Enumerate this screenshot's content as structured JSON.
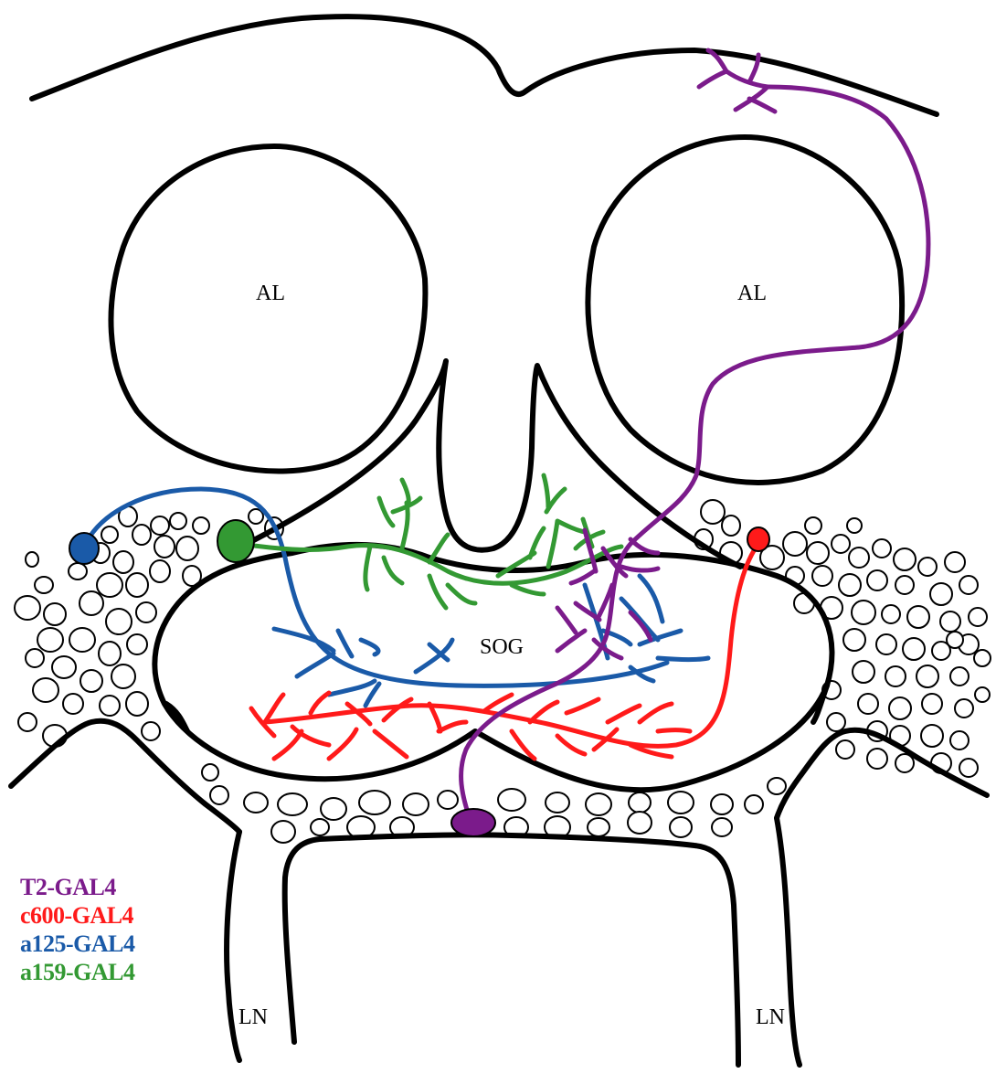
{
  "labels": {
    "al_left": "AL",
    "al_right": "AL",
    "sog": "SOG",
    "ln_left": "LN",
    "ln_right": "LN"
  },
  "legend": [
    {
      "label": "T2-GAL4",
      "color": "#7b1b8b"
    },
    {
      "label": "c600-GAL4",
      "color": "#ff1a1a"
    },
    {
      "label": "a125-GAL4",
      "color": "#1a5aa8"
    },
    {
      "label": "a159-GAL4",
      "color": "#339933"
    }
  ],
  "colors": {
    "t2": "#7b1b8b",
    "c600": "#ff1a1a",
    "a125": "#1a5aa8",
    "a159": "#339933",
    "outline": "#000000"
  }
}
